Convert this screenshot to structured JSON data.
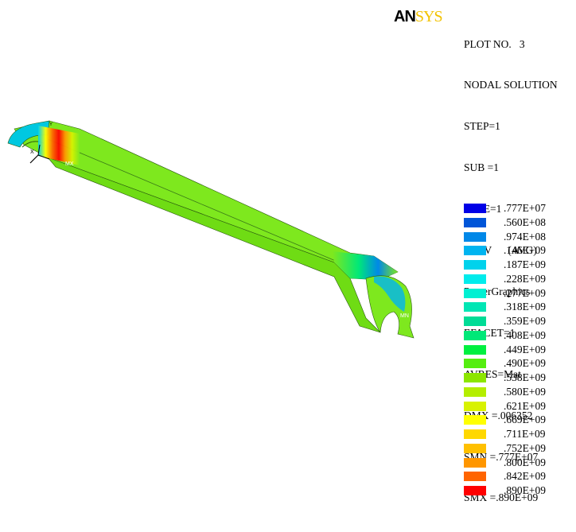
{
  "logo": {
    "part1": "AN",
    "part2": "SYS"
  },
  "info_lines": [
    "PLOT NO.   3",
    "NODAL SOLUTION",
    "STEP=1",
    "SUB =1",
    "TIME=1",
    "SEQV      (AVG)",
    "PowerGraphics",
    "EFACET=1",
    "AVRES=Mat",
    "DMX =.006352",
    "SMN =.777E+07",
    "SMX =.890E+09"
  ],
  "legend": [
    {
      "label": ".777E+07",
      "color": "#0000e6"
    },
    {
      "label": ".560E+08",
      "color": "#0055d8"
    },
    {
      "label": ".974E+08",
      "color": "#0088e8"
    },
    {
      "label": ".146E+09",
      "color": "#00b4f0"
    },
    {
      "label": ".187E+09",
      "color": "#00d2ec"
    },
    {
      "label": ".228E+09",
      "color": "#00ecec"
    },
    {
      "label": ".277E+09",
      "color": "#00f0d2"
    },
    {
      "label": ".318E+09",
      "color": "#00e6b4"
    },
    {
      "label": ".359E+09",
      "color": "#00dc96"
    },
    {
      "label": ".408E+09",
      "color": "#00e878"
    },
    {
      "label": ".449E+09",
      "color": "#00f040"
    },
    {
      "label": ".490E+09",
      "color": "#55ee10"
    },
    {
      "label": ".538E+09",
      "color": "#8ce600"
    },
    {
      "label": ".580E+09",
      "color": "#b4ee00"
    },
    {
      "label": ".621E+09",
      "color": "#d8f200"
    },
    {
      "label": ".669E+09",
      "color": "#ffff00"
    },
    {
      "label": ".711E+09",
      "color": "#ffd800"
    },
    {
      "label": ".752E+09",
      "color": "#ffc000"
    },
    {
      "label": ".800E+09",
      "color": "#ff9600"
    },
    {
      "label": ".842E+09",
      "color": "#ff6400"
    },
    {
      "label": ".890E+09",
      "color": "#ff0000"
    }
  ],
  "markers": {
    "mx": "MX",
    "mn": "MN",
    "x_axis": "X",
    "y_axis": "Y"
  },
  "colors": {
    "body_green": "#7ee81e",
    "edge_dark": "#2a5a10"
  }
}
